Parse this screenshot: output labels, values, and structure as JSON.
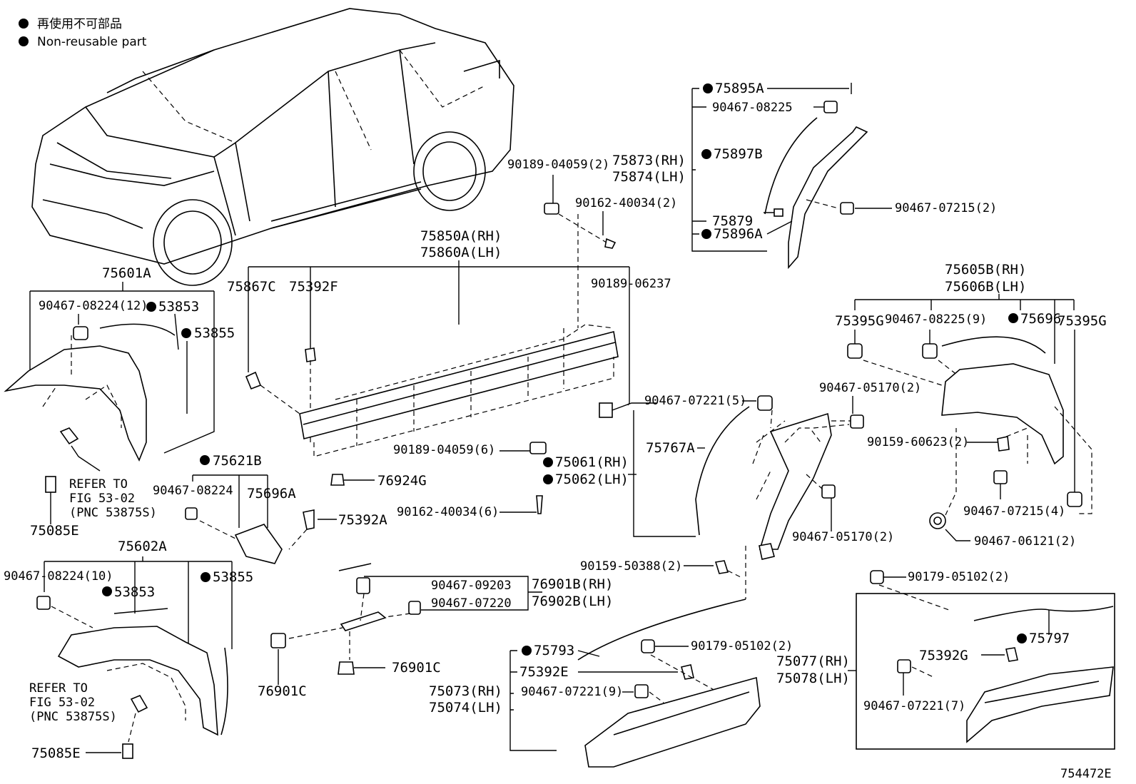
{
  "legend": {
    "jp": "再使用不可部品",
    "en": "Non-reusable part"
  },
  "figure_id": "754472E",
  "groups": {
    "front_flare": {
      "main": "75601A",
      "clip": "90467-08224(12)",
      "seal_a": "53853",
      "seal_b": "53855",
      "refer1": "REFER TO",
      "refer2": "FIG 53-02",
      "refer3": "(PNC 53875S)",
      "screw": "75085E"
    },
    "front_fender_arch": {
      "main": "75602A",
      "clip": "90467-08224(10)",
      "seal_a": "53853",
      "seal_b": "53855",
      "refer1": "REFER TO",
      "refer2": "FIG 53-02",
      "refer3": "(PNC 53875S)",
      "screw": "75085E"
    },
    "small_garnish": {
      "main": "75621B",
      "clip": "90467-08224",
      "tape": "75696A",
      "pin": "75392A"
    },
    "rocker_moulding": {
      "rh": "75850A(RH)",
      "lh": "75860A(LH)",
      "cap": "75867C",
      "clip_f": "75392F",
      "nut": "90189-06237",
      "clip_top": "90189-04059(2)",
      "screw_top": "90162-40034(2)",
      "clip_mid": "90189-04059(6)",
      "seal_rh": "75061(RH)",
      "seal_lh": "75062(LH)",
      "screw_low": "90162-40034(6)",
      "grommet": "76924G"
    },
    "step_bracket": {
      "clip_a": "90467-09203",
      "clip_b": "90467-07220",
      "rh": "76901B(RH)",
      "lh": "76902B(LH)",
      "part_c1": "76901C",
      "part_c2": "76901C"
    },
    "quarter_strip": {
      "seal": "75895A",
      "clip": "90467-08225",
      "rh": "75873(RH)",
      "lh": "75874(LH)",
      "tape": "75897B",
      "part": "75879",
      "seal2": "75896A",
      "clip2": "90467-07215(2)"
    },
    "rear_flare": {
      "rh": "75605B(RH)",
      "lh": "75606B(LH)",
      "g_left": "75395G",
      "clip": "90467-08225(9)",
      "tape": "75696",
      "g_right": "75395G",
      "clip_a": "90467-05170(2)",
      "screw": "90159-60623(2)",
      "clip_b": "90467-07215(4)",
      "nut": "90467-06121(2)"
    },
    "door_flare": {
      "clip": "90467-07221(5)",
      "main": "75767A",
      "clip2": "90467-05170(2)",
      "screw": "90159-50388(2)"
    },
    "front_door_moulding": {
      "seal": "75793",
      "clip_e": "75392E",
      "clip_nut": "90179-05102(2)",
      "clip": "90467-07221(9)",
      "rh": "75073(RH)",
      "lh": "75074(LH)"
    },
    "rear_door_moulding": {
      "clip_nut": "90179-05102(2)",
      "seal": "75797",
      "clip_g": "75392G",
      "rh": "75077(RH)",
      "lh": "75078(LH)",
      "clip": "90467-07221(7)"
    }
  }
}
